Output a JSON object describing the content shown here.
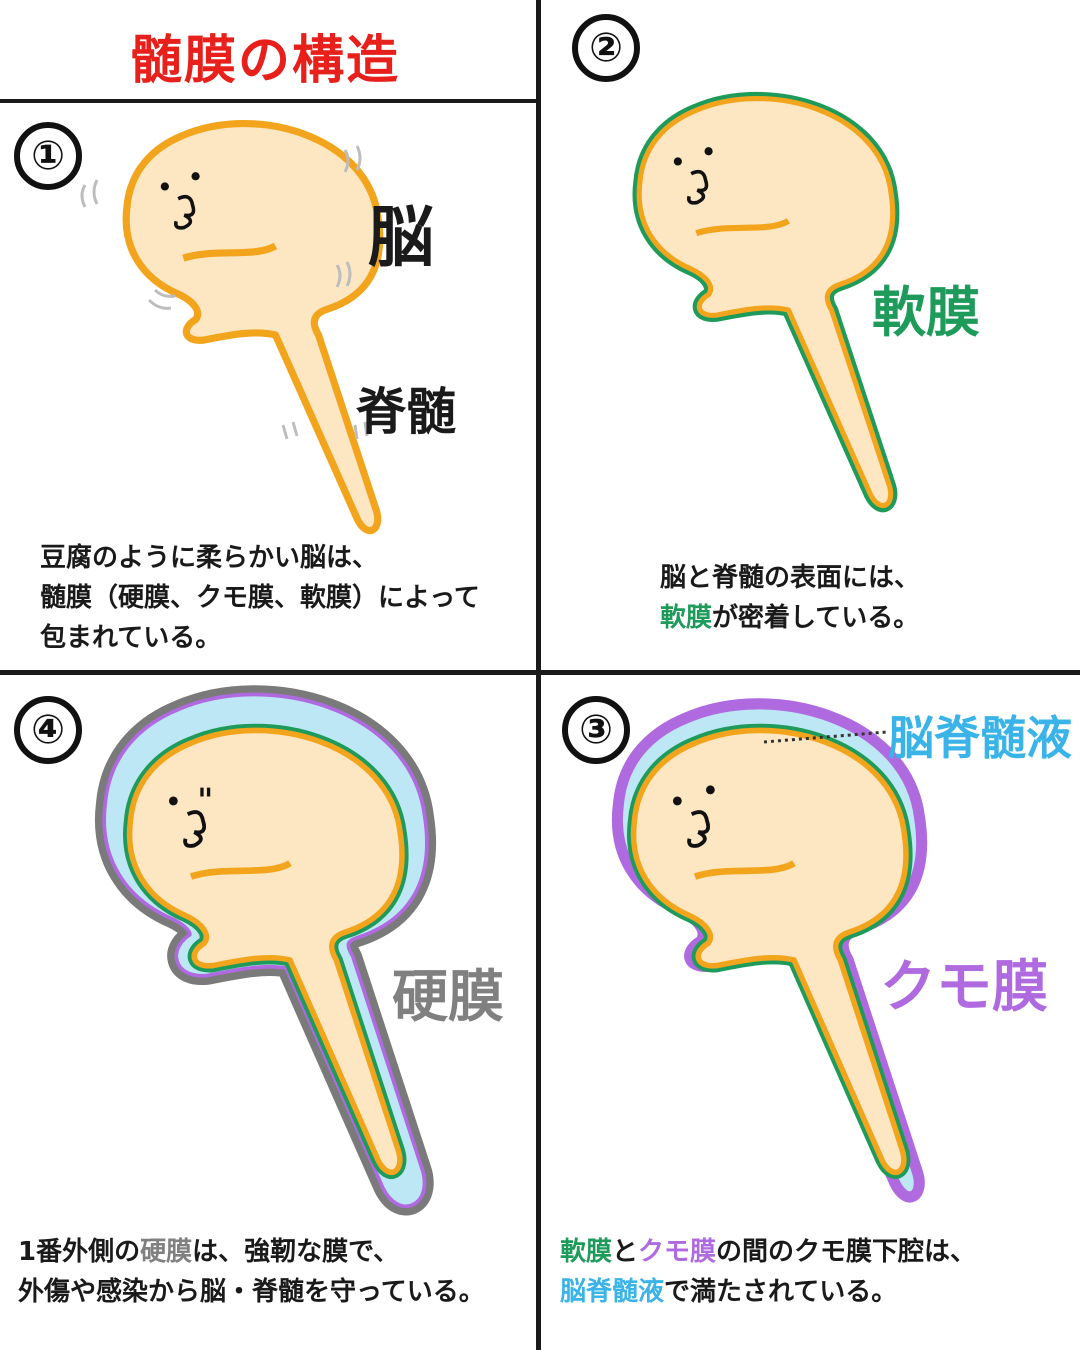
{
  "title": "髄膜の構造",
  "colors": {
    "title": "#e8201c",
    "brain_fill": "#fde7c3",
    "brain_outline": "#f2a51c",
    "pia": "#1e9b5a",
    "arachnoid": "#b06ae0",
    "csf": "#bde7f5",
    "dura": "#808080"
  },
  "panels": {
    "p1": {
      "number": "①",
      "label_brain": "脳",
      "label_cord": "脊髄",
      "caption": [
        "豆腐のように柔らかい脳は、",
        "髄膜（硬膜、クモ膜、軟膜）によって",
        "包まれている。"
      ]
    },
    "p2": {
      "number": "②",
      "label": "軟膜",
      "caption_line1": "脳と脊髄の表面には、",
      "caption_line2_colored": "軟膜",
      "caption_line2_rest": "が密着している。"
    },
    "p3": {
      "number": "③",
      "label_csf": "脳脊髄液",
      "label_arachnoid": "クモ膜",
      "caption_a": "軟膜",
      "caption_b": "と",
      "caption_c": "クモ膜",
      "caption_d": "の間のクモ膜下腔は、",
      "caption_e": "脳脊髄液",
      "caption_f": "で満たされている。"
    },
    "p4": {
      "number": "④",
      "label": "硬膜",
      "caption_a": "1番外側の",
      "caption_b": "硬膜",
      "caption_c": "は、強靭な膜で、",
      "caption_line2": "外傷や感染から脳・脊髄を守っている。"
    }
  }
}
